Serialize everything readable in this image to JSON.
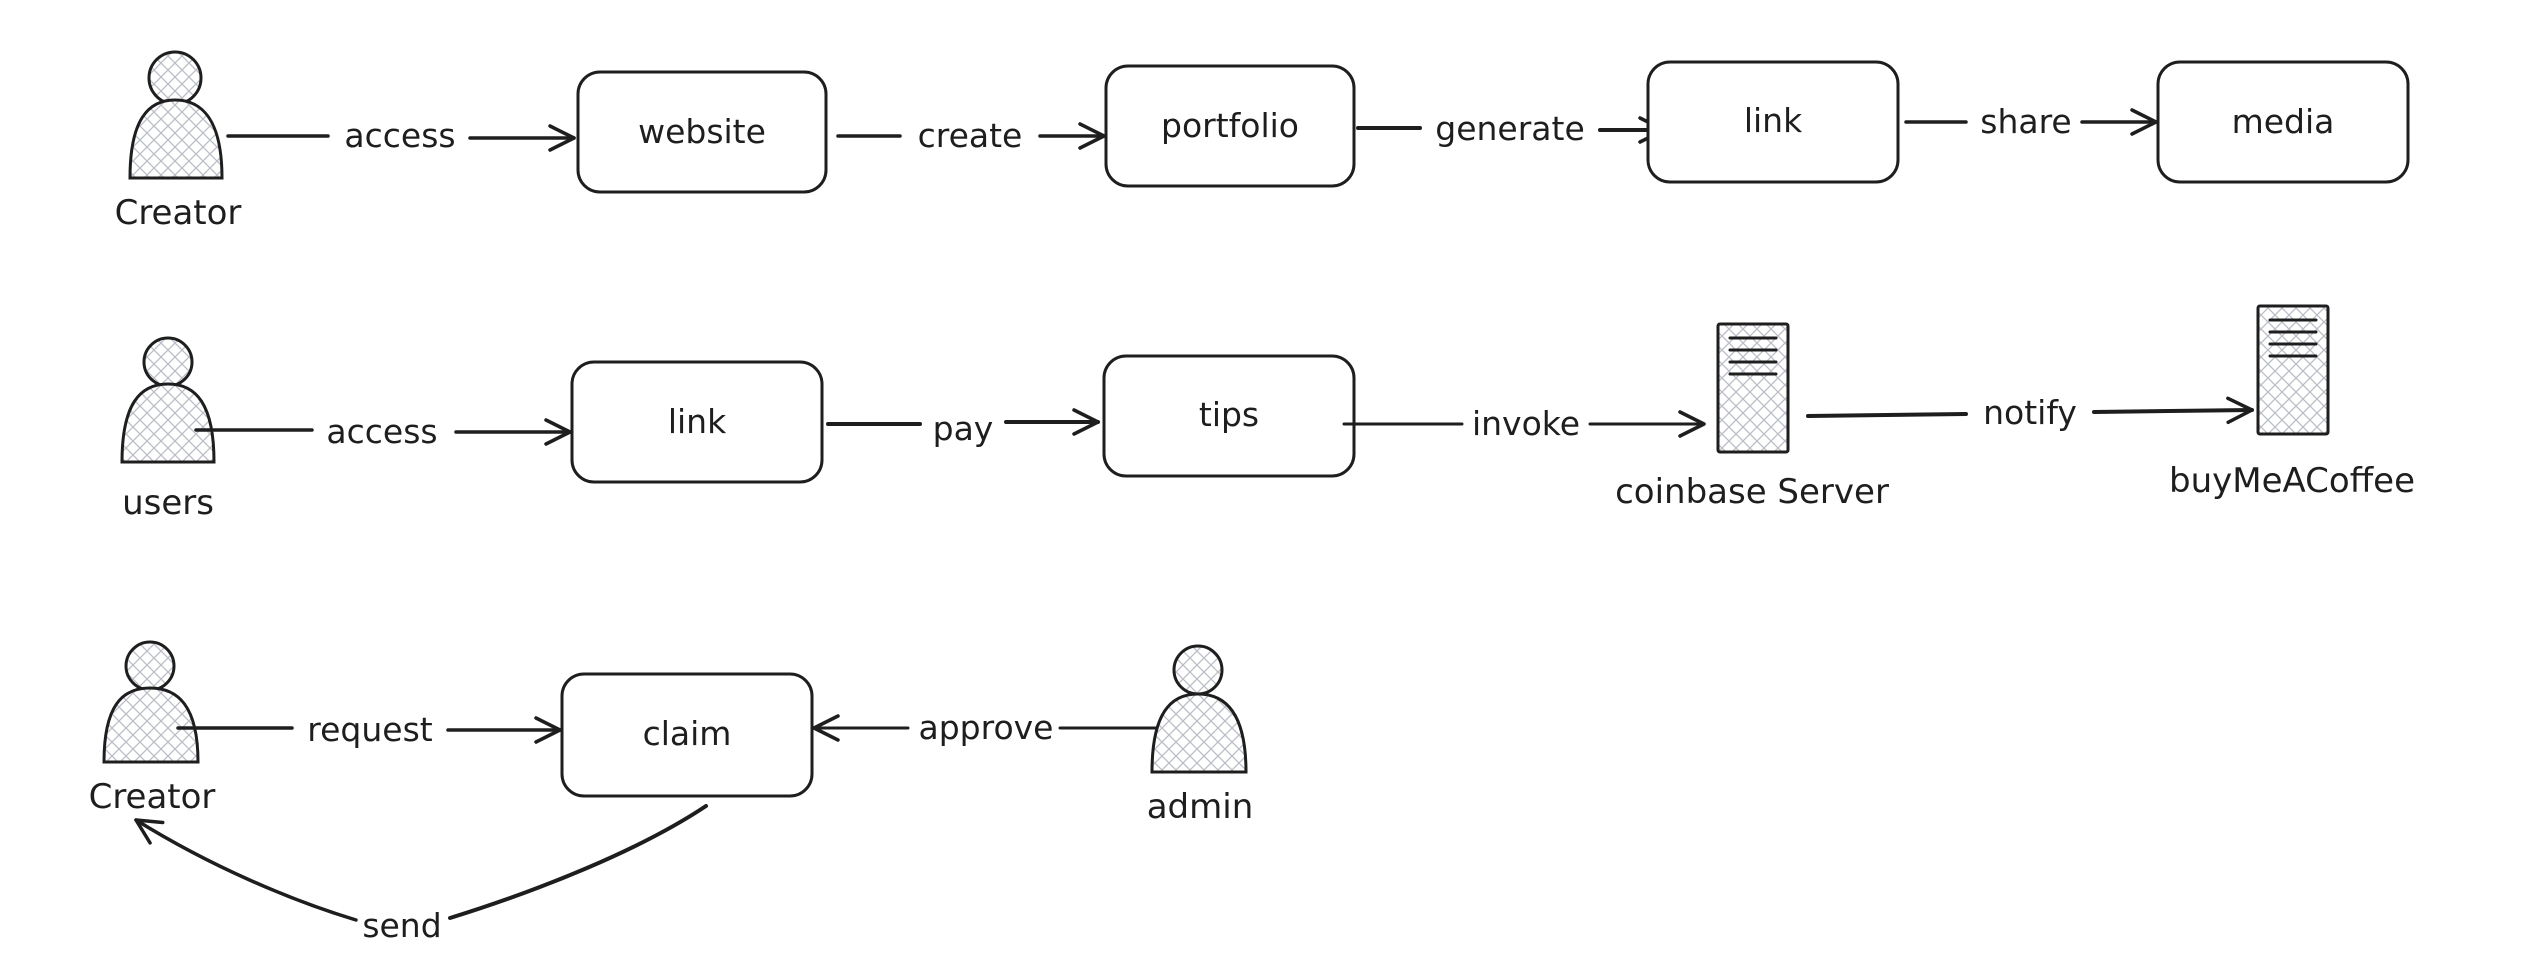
{
  "diagram": {
    "actors": {
      "creator_top": "Creator",
      "users": "users",
      "creator_bottom": "Creator",
      "admin": "admin"
    },
    "boxes": {
      "website": "website",
      "portfolio": "portfolio",
      "link_top": "link",
      "media": "media",
      "link_mid": "link",
      "tips": "tips",
      "claim": "claim"
    },
    "servers": {
      "coinbase": "coinbase Server",
      "buymeacoffee": "buyMeACoffee"
    },
    "edges": {
      "access_top": "access",
      "create": "create",
      "generate": "generate",
      "share": "share",
      "access_mid": "access",
      "pay": "pay",
      "invoke": "invoke",
      "notify": "notify",
      "request": "request",
      "approve": "approve",
      "send": "send"
    },
    "colors": {
      "stroke": "#1e1e1e",
      "hatch": "#b9bec7",
      "background": "#ffffff"
    }
  }
}
